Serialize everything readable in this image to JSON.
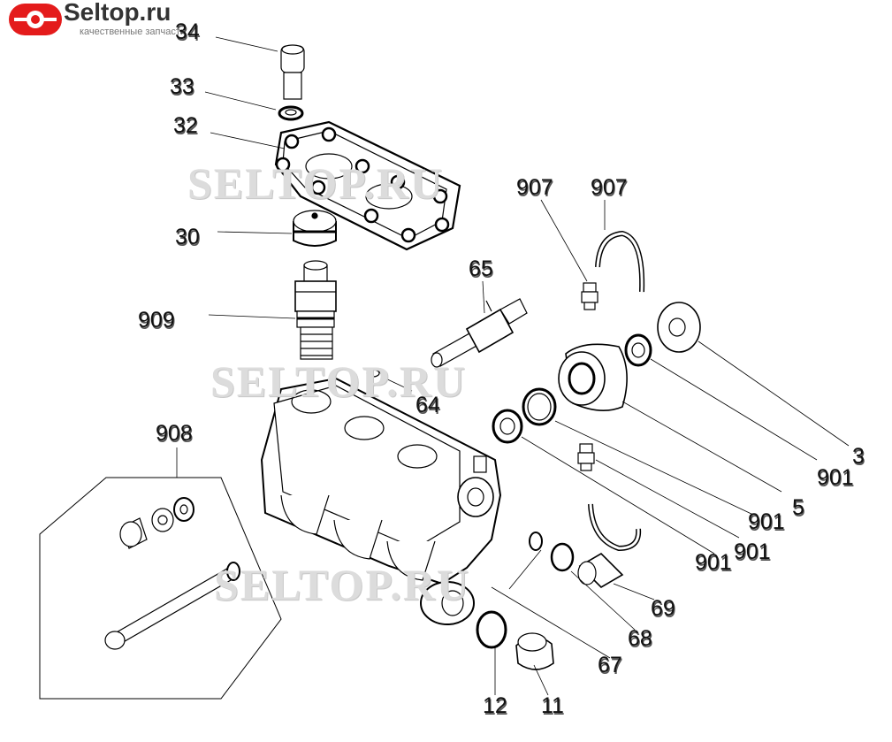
{
  "brand": {
    "name": "Seltop.ru",
    "tagline": "качественные запчасти",
    "watermark": "SELTOP.RU",
    "color": "#e41b1b"
  },
  "callouts": {
    "c34": "34",
    "c33": "33",
    "c32": "32",
    "c30": "30",
    "c909": "909",
    "c907a": "907",
    "c907b": "907",
    "c65": "65",
    "c64": "64",
    "c908": "908",
    "c3": "3",
    "c901a": "901",
    "c5": "5",
    "c901b": "901",
    "c901c": "901",
    "c901d": "901",
    "c69": "69",
    "c68": "68",
    "c67": "67",
    "c12": "12",
    "c11": "11"
  }
}
